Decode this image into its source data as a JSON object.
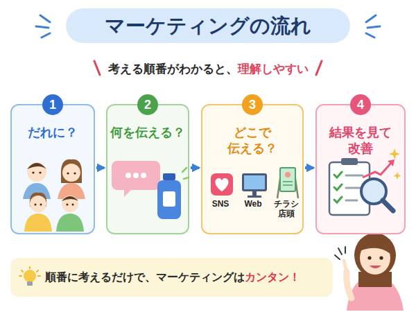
{
  "diagram": {
    "title": "マーケティングの流れ",
    "nodes": [
      {
        "text": [
          "だれに？"
        ]
      },
      {
        "text": [
          "1"
        ],
        "in": 0
      },
      {
        "text": [
          "何を伝える？"
        ]
      },
      {
        "text": [
          "2"
        ],
        "in": 2
      },
      {
        "text": [
          "どこで 伝える？"
        ]
      },
      {
        "text": [
          "3"
        ],
        "in": 4
      },
      {
        "text": [
          "結果を見て 改善"
        ]
      },
      {
        "text": [
          "4"
        ],
        "in": 6
      },
      {
        "text": [
          "順番に考えるだけで、マーケティングは",
          "カンタン！"
        ]
      }
    ],
    "edges": [
      {
        "from": 0,
        "to": 2,
        "arrow": "to"
      },
      {
        "from": 2,
        "to": 4,
        "arrow": "to"
      },
      {
        "from": 4,
        "to": 6,
        "arrow": "to"
      }
    ],
    "labels": [
      "考える順番がわかると、",
      "理解しやすい",
      "SNS",
      "Web",
      "チラシ 店頭"
    ]
  }
}
